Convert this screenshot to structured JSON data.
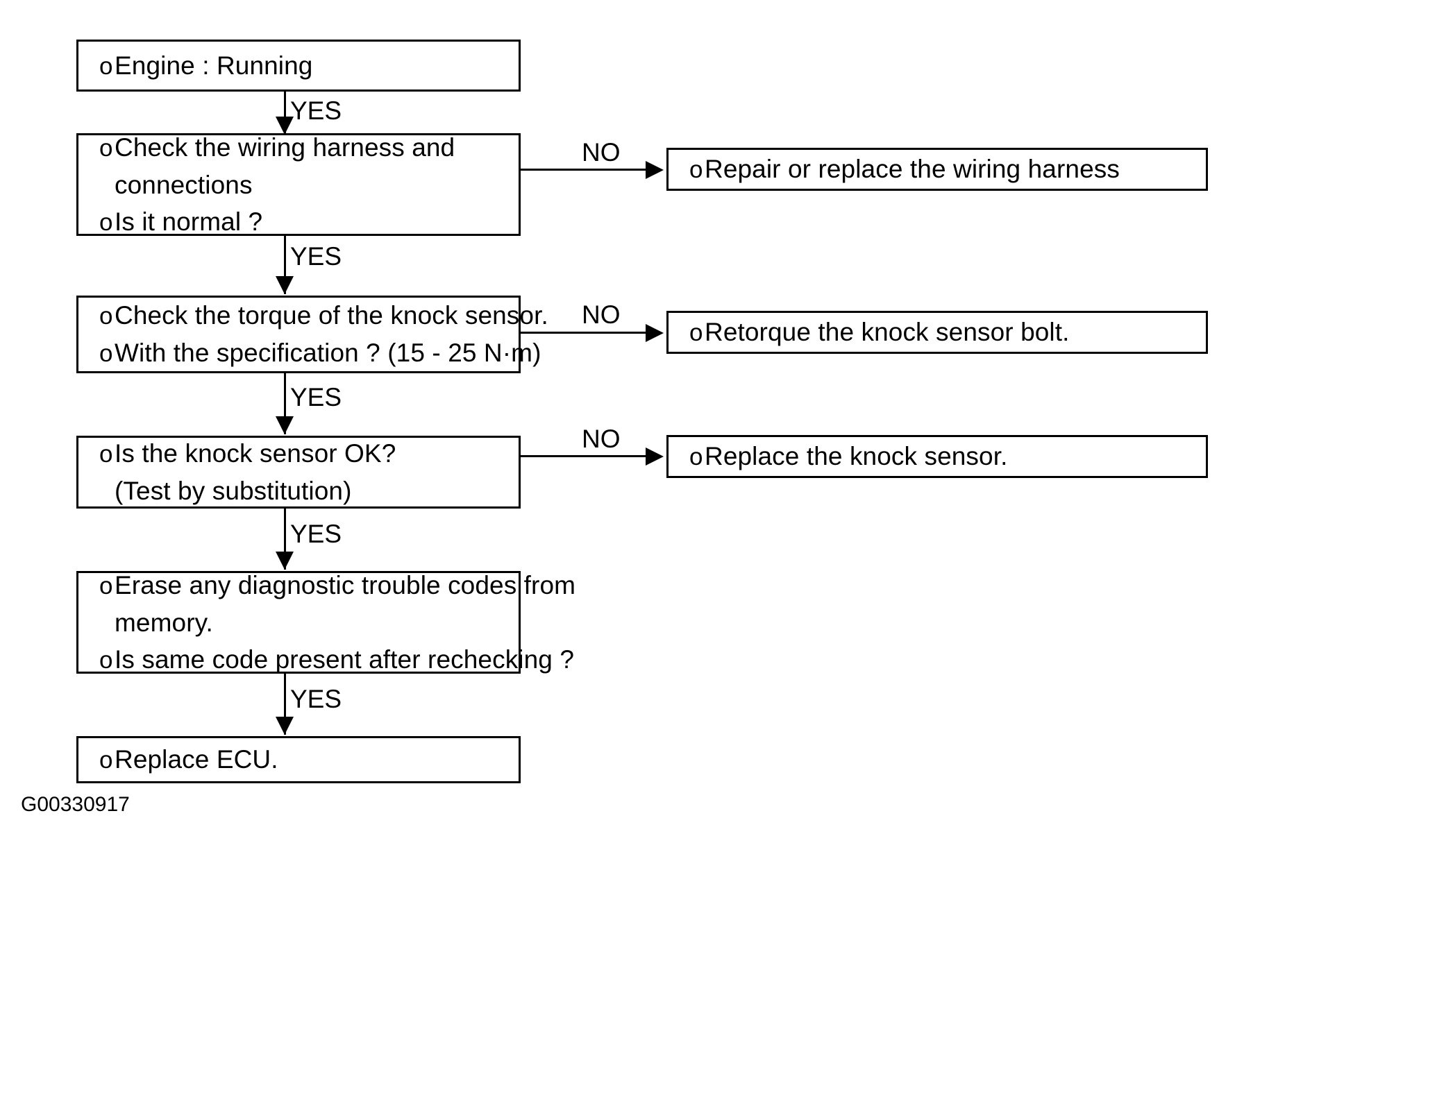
{
  "diagram": {
    "title": "Knock Sensor Diagnostic Flowchart",
    "caption": "G00330917",
    "colors": {
      "line": "#000000",
      "background": "#ffffff",
      "text": "#000000"
    },
    "bullet_glyph": "o",
    "edge_labels": {
      "yes": "YES",
      "no": "NO"
    },
    "nodes": {
      "engine_running": {
        "lines": [
          {
            "bullet": "o",
            "text": "Engine : Running"
          }
        ]
      },
      "check_wiring": {
        "lines": [
          {
            "bullet": "o",
            "text": "Check the wiring harness and"
          },
          {
            "bullet": "",
            "text": "connections"
          },
          {
            "bullet": "o",
            "text": "Is it normal ?"
          }
        ]
      },
      "repair_wiring": {
        "lines": [
          {
            "bullet": "o",
            "text": "Repair or replace the wiring harness"
          }
        ]
      },
      "check_torque": {
        "lines": [
          {
            "bullet": "o",
            "text": "Check the torque of the knock sensor."
          },
          {
            "bullet": "o",
            "text": "With the specification ? (15 - 25 N·m)"
          }
        ]
      },
      "retorque_bolt": {
        "lines": [
          {
            "bullet": "o",
            "text": "Retorque the knock sensor bolt."
          }
        ]
      },
      "sensor_ok": {
        "lines": [
          {
            "bullet": "o",
            "text": "Is the knock sensor OK?"
          },
          {
            "bullet": "",
            "text": "(Test by substitution)"
          }
        ]
      },
      "replace_sensor": {
        "lines": [
          {
            "bullet": "o",
            "text": "Replace the knock sensor."
          }
        ]
      },
      "erase_codes": {
        "lines": [
          {
            "bullet": "o",
            "text": "Erase any diagnostic trouble codes from"
          },
          {
            "bullet": "",
            "text": "memory."
          },
          {
            "bullet": "o",
            "text": "Is same code present after rechecking ?"
          }
        ]
      },
      "replace_ecu": {
        "lines": [
          {
            "bullet": "o",
            "text": "Replace ECU."
          }
        ]
      }
    },
    "edges": [
      {
        "from": "engine_running",
        "to": "check_wiring",
        "label": "YES"
      },
      {
        "from": "check_wiring",
        "to": "repair_wiring",
        "label": "NO"
      },
      {
        "from": "check_wiring",
        "to": "check_torque",
        "label": "YES"
      },
      {
        "from": "check_torque",
        "to": "retorque_bolt",
        "label": "NO"
      },
      {
        "from": "check_torque",
        "to": "sensor_ok",
        "label": "YES"
      },
      {
        "from": "sensor_ok",
        "to": "replace_sensor",
        "label": "NO"
      },
      {
        "from": "sensor_ok",
        "to": "erase_codes",
        "label": "YES"
      },
      {
        "from": "erase_codes",
        "to": "replace_ecu",
        "label": "YES"
      }
    ]
  }
}
